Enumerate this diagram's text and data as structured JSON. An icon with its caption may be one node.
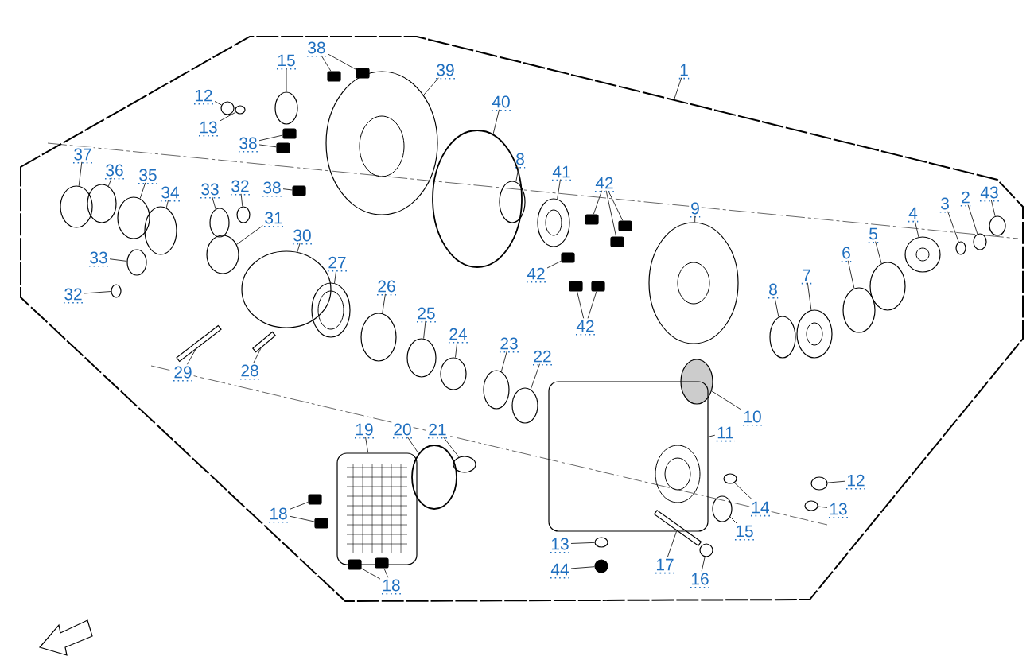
{
  "diagram": {
    "nodes": [
      {
        "text": [
          "1"
        ]
      },
      {
        "text": [
          "38"
        ]
      },
      {
        "text": [
          "15"
        ]
      },
      {
        "text": [
          "39"
        ]
      },
      {
        "text": [
          "12"
        ]
      },
      {
        "text": [
          "40"
        ]
      },
      {
        "text": [
          "13"
        ]
      },
      {
        "text": [
          "38"
        ]
      },
      {
        "text": [
          "37"
        ]
      },
      {
        "text": [
          "8"
        ]
      },
      {
        "text": [
          "41"
        ]
      },
      {
        "text": [
          "36"
        ]
      },
      {
        "text": [
          "38"
        ]
      },
      {
        "text": [
          "42"
        ]
      },
      {
        "text": [
          "35"
        ]
      },
      {
        "text": [
          "34"
        ]
      },
      {
        "text": [
          "33"
        ]
      },
      {
        "text": [
          "32"
        ]
      },
      {
        "text": [
          "4"
        ]
      },
      {
        "text": [
          "3"
        ]
      },
      {
        "text": [
          "2"
        ]
      },
      {
        "text": [
          "43"
        ]
      },
      {
        "text": [
          "9"
        ]
      },
      {
        "text": [
          "31"
        ]
      },
      {
        "text": [
          "5"
        ]
      },
      {
        "text": [
          "30"
        ]
      },
      {
        "text": [
          "6"
        ]
      },
      {
        "text": [
          "33"
        ]
      },
      {
        "text": [
          "27"
        ]
      },
      {
        "text": [
          "42"
        ]
      },
      {
        "text": [
          "7"
        ]
      },
      {
        "text": [
          "26"
        ]
      },
      {
        "text": [
          "32"
        ]
      },
      {
        "text": [
          "8"
        ]
      },
      {
        "text": [
          "25"
        ]
      },
      {
        "text": [
          "42"
        ]
      },
      {
        "text": [
          "24"
        ]
      },
      {
        "text": [
          "23"
        ]
      },
      {
        "text": [
          "22"
        ]
      },
      {
        "text": [
          "29"
        ]
      },
      {
        "text": [
          "28"
        ]
      },
      {
        "text": [
          "10"
        ]
      },
      {
        "text": [
          "19"
        ]
      },
      {
        "text": [
          "20"
        ]
      },
      {
        "text": [
          "21"
        ]
      },
      {
        "text": [
          "11"
        ]
      },
      {
        "text": [
          "12"
        ]
      },
      {
        "text": [
          "14"
        ]
      },
      {
        "text": [
          "13"
        ]
      },
      {
        "text": [
          "18"
        ]
      },
      {
        "text": [
          "15"
        ]
      },
      {
        "text": [
          "13"
        ]
      },
      {
        "text": [
          "17"
        ]
      },
      {
        "text": [
          "44"
        ]
      },
      {
        "text": [
          "16"
        ]
      },
      {
        "text": [
          "18"
        ]
      },
      {
        "text": [],
        "shape": "box"
      },
      {
        "text": [],
        "shape": "box"
      },
      {
        "text": [],
        "shape": "circle"
      },
      {
        "text": [],
        "shape": "circle"
      },
      {
        "text": [],
        "shape": "circle"
      },
      {
        "text": [],
        "shape": "circle"
      },
      {
        "text": [],
        "shape": "circle"
      },
      {
        "text": [],
        "shape": "box"
      },
      {
        "text": [],
        "shape": "box"
      },
      {
        "text": [],
        "shape": "circle"
      },
      {
        "text": [],
        "shape": "circle"
      },
      {
        "text": [],
        "shape": "circle"
      },
      {
        "text": [],
        "shape": "circle"
      },
      {
        "text": [],
        "shape": "box"
      },
      {
        "text": [],
        "shape": "box"
      },
      {
        "text": [],
        "shape": "box"
      },
      {
        "text": [],
        "shape": "box"
      },
      {
        "text": [],
        "shape": "circle"
      },
      {
        "text": [],
        "shape": "circle"
      },
      {
        "text": [],
        "shape": "circle"
      },
      {
        "text": [],
        "shape": "circle"
      },
      {
        "text": [],
        "shape": "circle"
      },
      {
        "text": [],
        "shape": "circle"
      },
      {
        "text": [],
        "shape": "circle"
      },
      {
        "text": [],
        "shape": "circle"
      },
      {
        "text": [],
        "shape": "circle"
      },
      {
        "text": [],
        "shape": "circle"
      },
      {
        "text": [],
        "shape": "circle"
      },
      {
        "text": [],
        "shape": "circle"
      },
      {
        "text": [],
        "shape": "circle"
      },
      {
        "text": [],
        "shape": "circle"
      },
      {
        "text": [],
        "shape": "circle"
      },
      {
        "text": [],
        "shape": "box"
      },
      {
        "text": [],
        "shape": "circle"
      },
      {
        "text": [],
        "shape": "circle"
      },
      {
        "text": [],
        "shape": "circle"
      },
      {
        "text": [],
        "shape": "circle"
      },
      {
        "text": [],
        "shape": "circle"
      },
      {
        "text": [],
        "shape": "box"
      },
      {
        "text": [],
        "shape": "box"
      },
      {
        "text": [],
        "shape": "circle"
      },
      {
        "text": [],
        "shape": "circle"
      },
      {
        "text": [],
        "shape": "circle"
      },
      {
        "text": [],
        "shape": "bar"
      },
      {
        "text": [],
        "shape": "bar"
      },
      {
        "text": [],
        "shape": "circle"
      },
      {
        "text": [],
        "shape": "box"
      },
      {
        "text": [],
        "shape": "circle"
      },
      {
        "text": [],
        "shape": "circle"
      },
      {
        "text": [],
        "shape": "box"
      },
      {
        "text": [],
        "shape": "circle"
      },
      {
        "text": [],
        "shape": "circle"
      },
      {
        "text": [],
        "shape": "circle"
      },
      {
        "text": [],
        "shape": "box"
      },
      {
        "text": [],
        "shape": "box"
      },
      {
        "text": [],
        "shape": "circle"
      },
      {
        "text": [],
        "shape": "circle"
      },
      {
        "text": [],
        "shape": "bar"
      },
      {
        "text": [],
        "shape": "circle"
      },
      {
        "text": [],
        "shape": "circle"
      },
      {
        "text": [],
        "shape": "box"
      },
      {
        "text": [],
        "shape": "box"
      }
    ],
    "edges": [
      {
        "from": 0,
        "to": null,
        "arrow": "none"
      },
      {
        "from": 1,
        "to": 56,
        "arrow": "none"
      },
      {
        "from": 1,
        "to": 57,
        "arrow": "none"
      },
      {
        "from": 2,
        "to": 58,
        "arrow": "none"
      },
      {
        "from": 3,
        "to": 59,
        "arrow": "none"
      },
      {
        "from": 4,
        "to": 60,
        "arrow": "none"
      },
      {
        "from": 5,
        "to": 61,
        "arrow": "none"
      },
      {
        "from": 6,
        "to": 62,
        "arrow": "none"
      },
      {
        "from": 7,
        "to": 63,
        "arrow": "none"
      },
      {
        "from": 7,
        "to": 64,
        "arrow": "none"
      },
      {
        "from": 8,
        "to": 65,
        "arrow": "none"
      },
      {
        "from": 9,
        "to": 66,
        "arrow": "none"
      },
      {
        "from": 10,
        "to": 67,
        "arrow": "none"
      },
      {
        "from": 11,
        "to": 68,
        "arrow": "none"
      },
      {
        "from": 12,
        "to": 69,
        "arrow": "none"
      },
      {
        "from": 13,
        "to": 70,
        "arrow": "none"
      },
      {
        "from": 13,
        "to": 71,
        "arrow": "none"
      },
      {
        "from": 13,
        "to": 72,
        "arrow": "none"
      },
      {
        "from": 14,
        "to": 73,
        "arrow": "none"
      },
      {
        "from": 15,
        "to": 74,
        "arrow": "none"
      },
      {
        "from": 16,
        "to": 75,
        "arrow": "none"
      },
      {
        "from": 17,
        "to": 76,
        "arrow": "none"
      },
      {
        "from": 18,
        "to": 77,
        "arrow": "none"
      },
      {
        "from": 19,
        "to": 78,
        "arrow": "none"
      },
      {
        "from": 20,
        "to": 79,
        "arrow": "none"
      },
      {
        "from": 21,
        "to": 80,
        "arrow": "none"
      },
      {
        "from": 22,
        "to": 81,
        "arrow": "none"
      },
      {
        "from": 23,
        "to": 82,
        "arrow": "none"
      },
      {
        "from": 24,
        "to": 83,
        "arrow": "none"
      },
      {
        "from": 25,
        "to": 84,
        "arrow": "none"
      },
      {
        "from": 26,
        "to": 85,
        "arrow": "none"
      },
      {
        "from": 27,
        "to": 86,
        "arrow": "none"
      },
      {
        "from": 28,
        "to": 87,
        "arrow": "none"
      },
      {
        "from": 29,
        "to": 88,
        "arrow": "none"
      },
      {
        "from": 30,
        "to": 89,
        "arrow": "none"
      },
      {
        "from": 31,
        "to": 90,
        "arrow": "none"
      },
      {
        "from": 32,
        "to": 91,
        "arrow": "none"
      },
      {
        "from": 33,
        "to": 92,
        "arrow": "none"
      },
      {
        "from": 34,
        "to": 93,
        "arrow": "none"
      },
      {
        "from": 35,
        "to": 94,
        "arrow": "none"
      },
      {
        "from": 35,
        "to": 95,
        "arrow": "none"
      },
      {
        "from": 36,
        "to": 96,
        "arrow": "none"
      },
      {
        "from": 37,
        "to": 97,
        "arrow": "none"
      },
      {
        "from": 38,
        "to": 98,
        "arrow": "none"
      },
      {
        "from": 39,
        "to": 99,
        "arrow": "none"
      },
      {
        "from": 40,
        "to": 100,
        "arrow": "none"
      },
      {
        "from": 41,
        "to": 101,
        "arrow": "none"
      },
      {
        "from": 42,
        "to": 102,
        "arrow": "none"
      },
      {
        "from": 43,
        "to": 103,
        "arrow": "none"
      },
      {
        "from": 44,
        "to": 104,
        "arrow": "none"
      },
      {
        "from": 45,
        "to": 105,
        "arrow": "none"
      },
      {
        "from": 46,
        "to": 106,
        "arrow": "none"
      },
      {
        "from": 47,
        "to": 107,
        "arrow": "none"
      },
      {
        "from": 48,
        "to": 108,
        "arrow": "none"
      },
      {
        "from": 49,
        "to": 109,
        "arrow": "none"
      },
      {
        "from": 49,
        "to": 110,
        "arrow": "none"
      },
      {
        "from": 50,
        "to": 111,
        "arrow": "none"
      },
      {
        "from": 51,
        "to": 112,
        "arrow": "none"
      },
      {
        "from": 52,
        "to": 113,
        "arrow": "none"
      },
      {
        "from": 53,
        "to": 114,
        "arrow": "none"
      },
      {
        "from": 54,
        "to": 115,
        "arrow": "none"
      },
      {
        "from": 55,
        "to": 116,
        "arrow": "none"
      },
      {
        "from": 55,
        "to": 117,
        "arrow": "none"
      }
    ]
  }
}
